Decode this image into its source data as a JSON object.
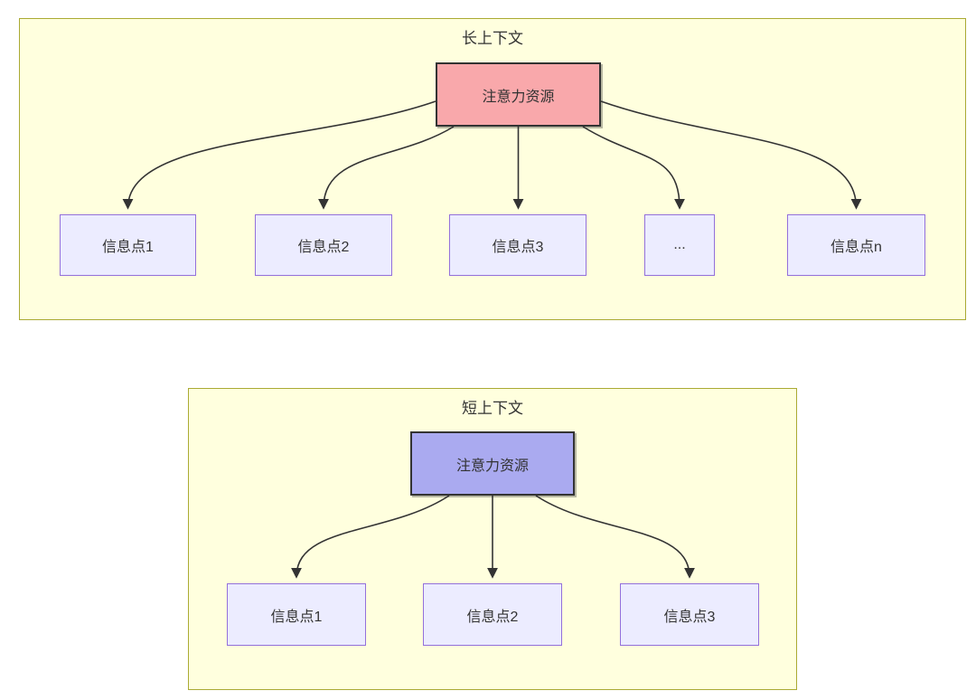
{
  "colors": {
    "page_background": "#ffffff",
    "cluster_fill": "#ffffde",
    "cluster_border": "#aaaa33",
    "info_fill": "#ececff",
    "info_border": "#9370db",
    "attention_long_fill": "#f9a8ab",
    "attention_short_fill": "#aaaaf0",
    "node_border_dark": "#333333",
    "edge": "#333333",
    "text": "#333333"
  },
  "diagrams": [
    {
      "title": "长上下文",
      "attention": {
        "label": "注意力资源"
      },
      "info_points": [
        {
          "label": "信息点1"
        },
        {
          "label": "信息点2"
        },
        {
          "label": "信息点3"
        },
        {
          "label": "..."
        },
        {
          "label": "信息点n"
        }
      ]
    },
    {
      "title": "短上下文",
      "attention": {
        "label": "注意力资源"
      },
      "info_points": [
        {
          "label": "信息点1"
        },
        {
          "label": "信息点2"
        },
        {
          "label": "信息点3"
        }
      ]
    }
  ]
}
